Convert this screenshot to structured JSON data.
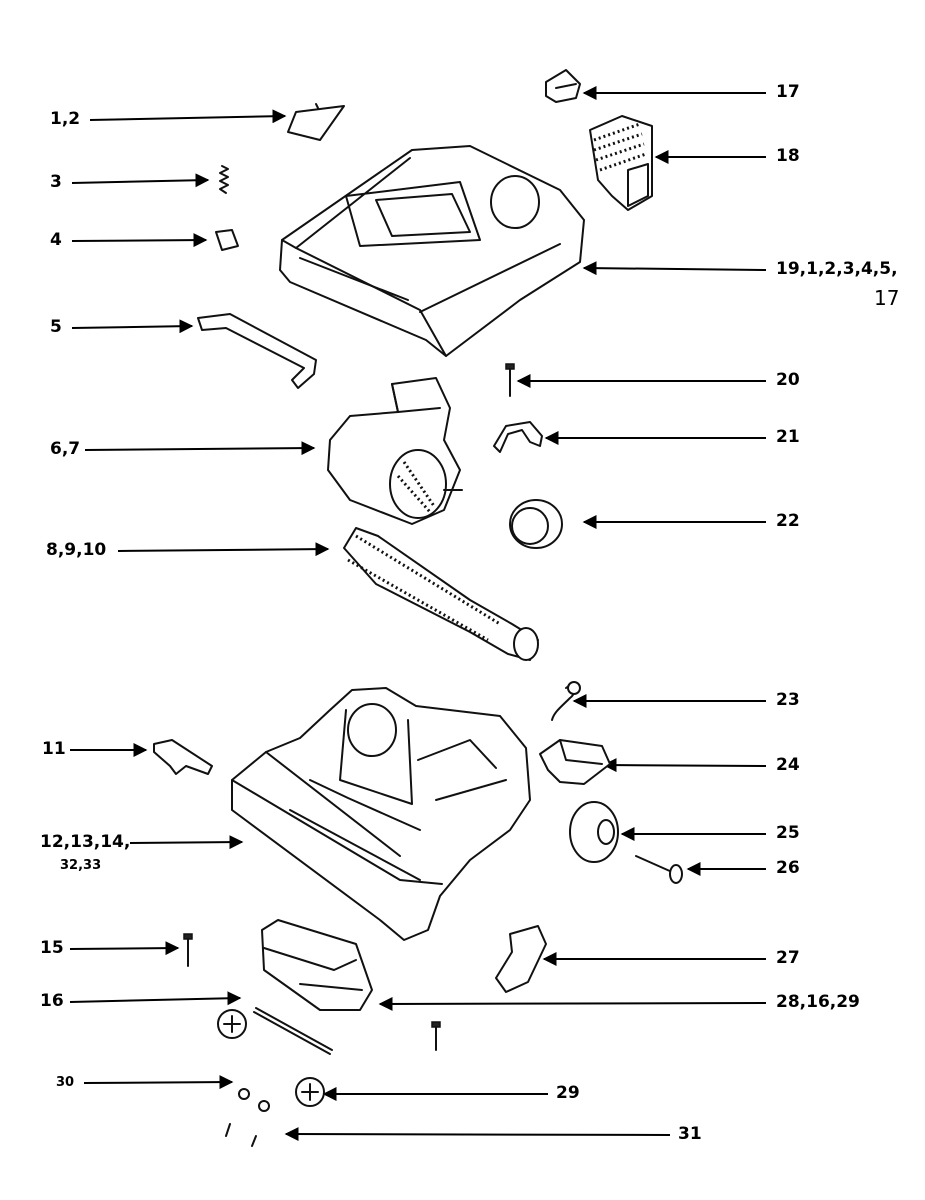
{
  "callouts": {
    "c1_2": "1,2",
    "c3": "3",
    "c4": "4",
    "c5": "5",
    "c6_7": "6,7",
    "c8_9_10": "8,9,10",
    "c11": "11",
    "c12_14": "12,13,14,",
    "c32_33": "32,33",
    "c15": "15",
    "c16": "16",
    "c30": "30",
    "c17": "17",
    "c18": "18",
    "c19": "19,1,2,3,4,5,",
    "c19b": "17",
    "c20": "20",
    "c21": "21",
    "c22": "22",
    "c23": "23",
    "c24": "24",
    "c25": "25",
    "c26": "26",
    "c27": "27",
    "c28": "28,16,29",
    "c29": "29",
    "c31": "31"
  }
}
